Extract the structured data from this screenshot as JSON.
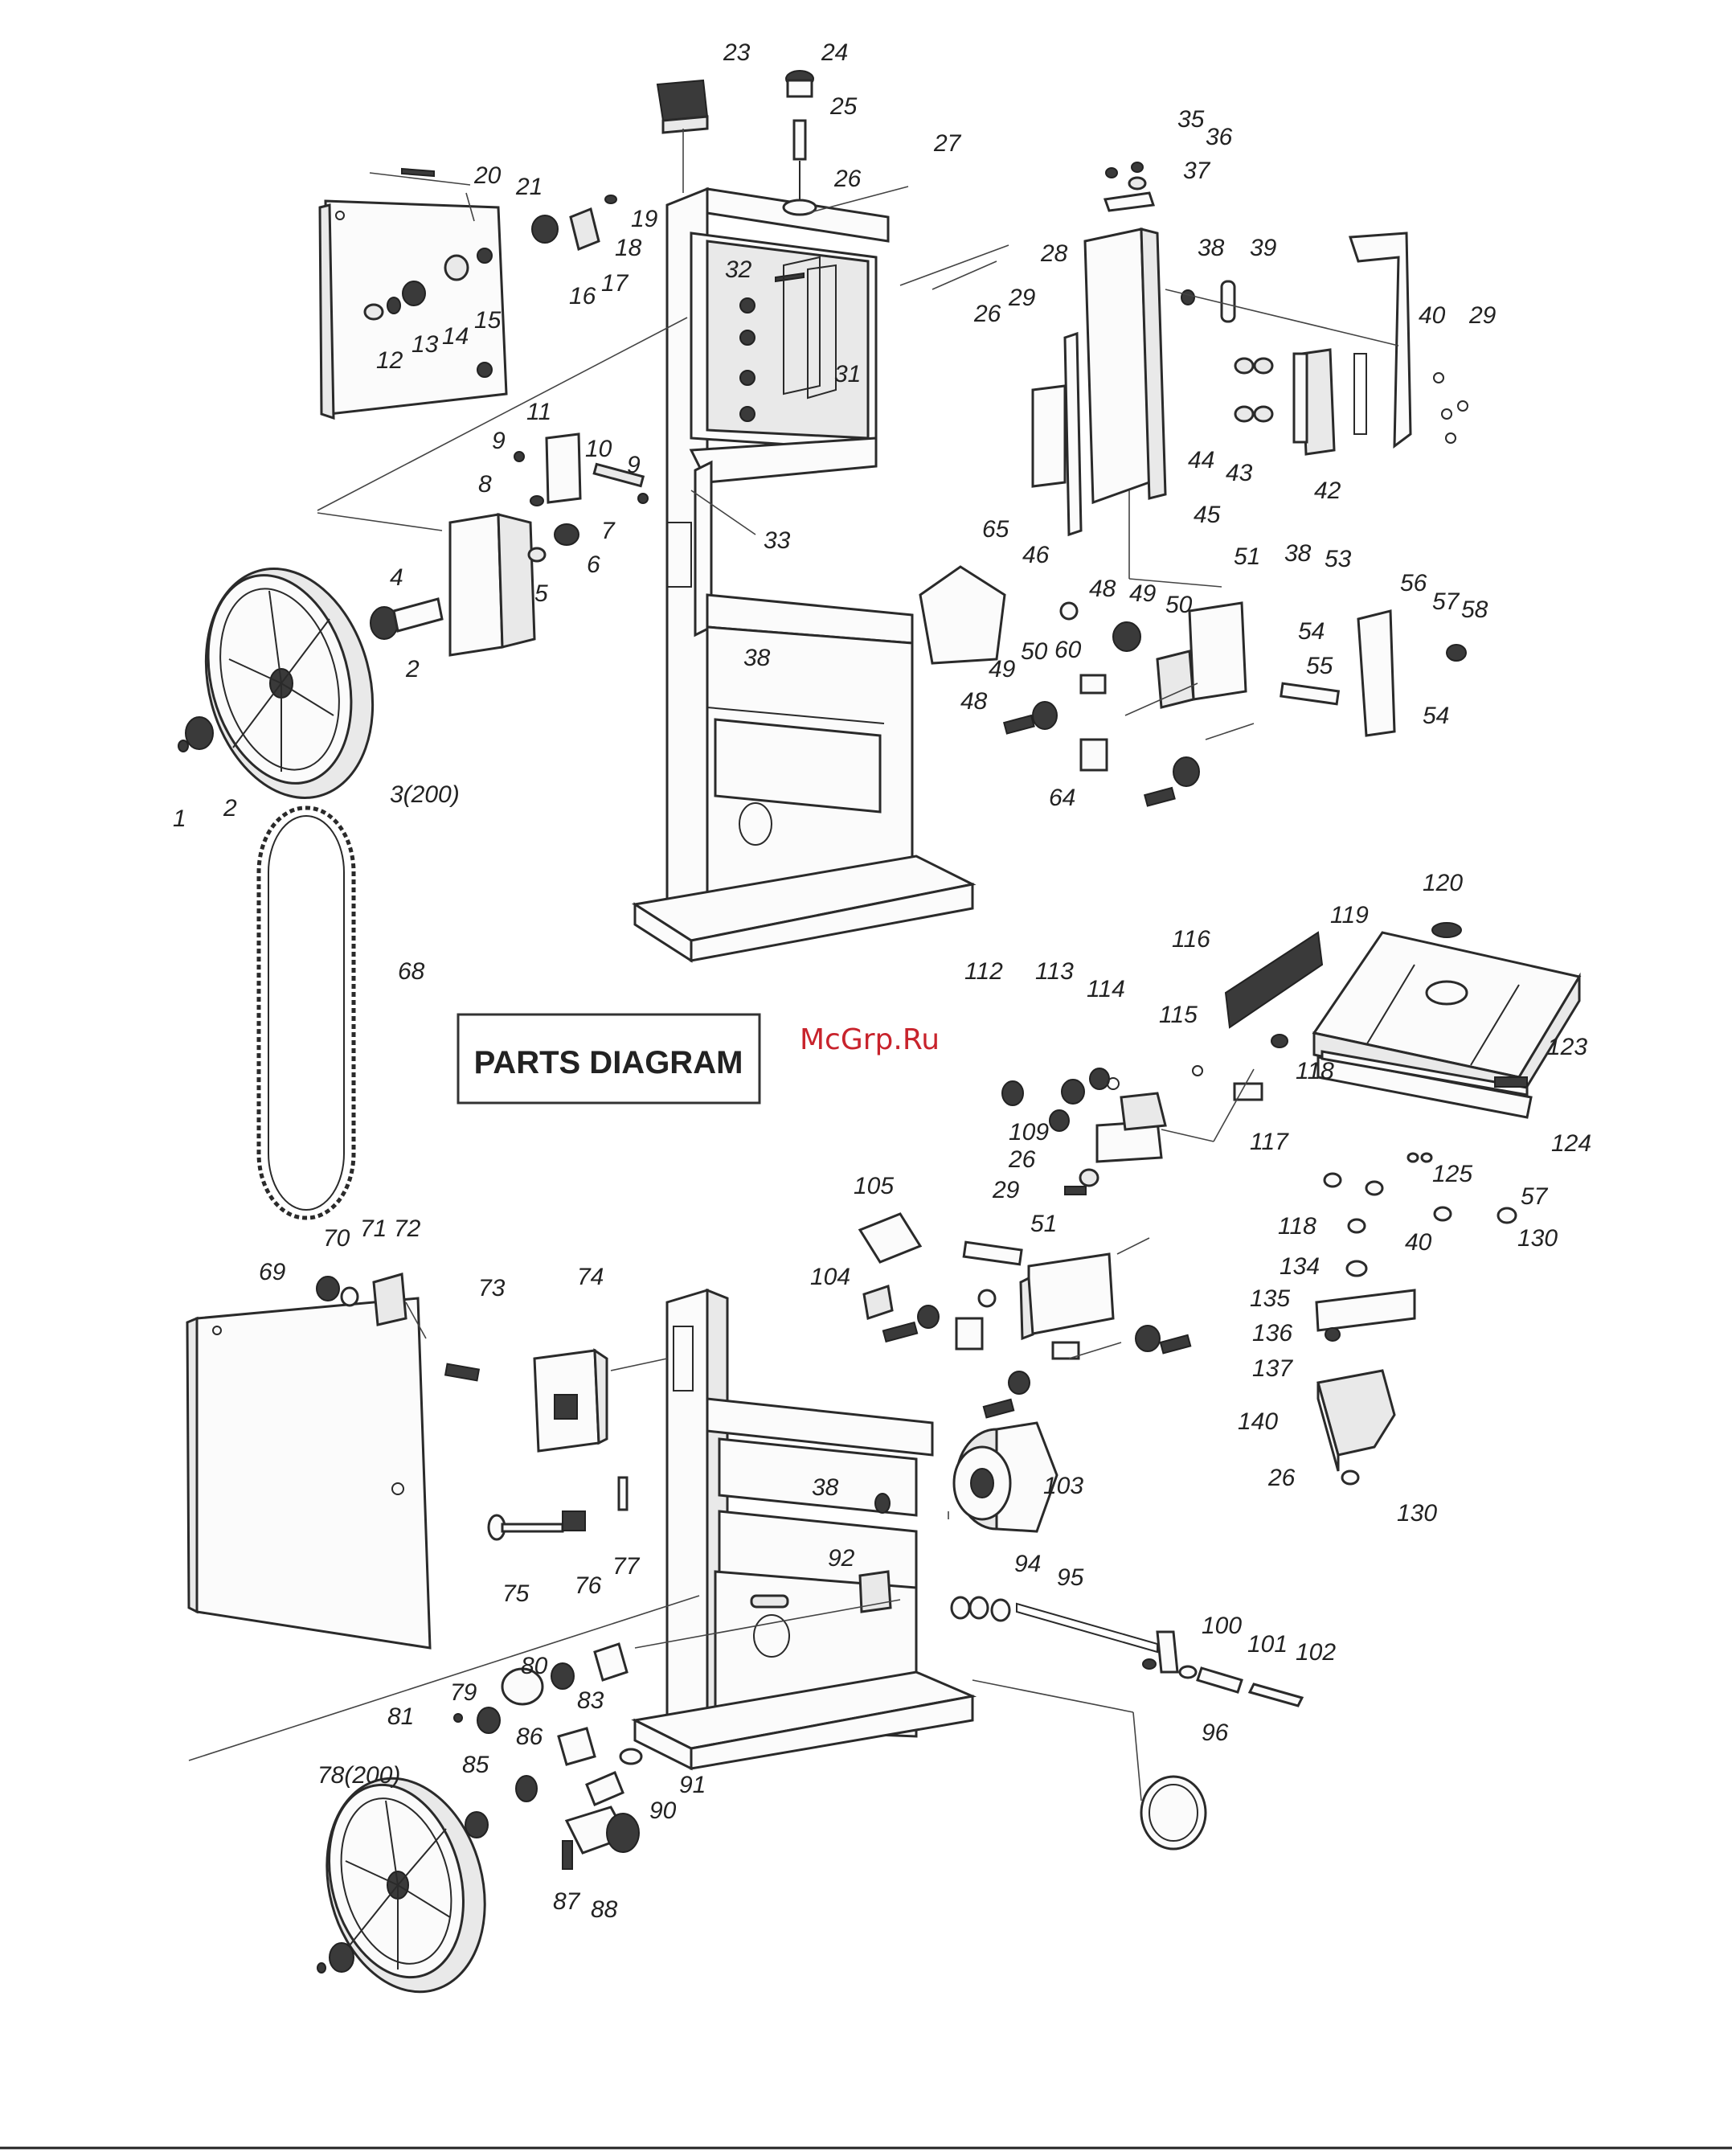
{
  "title": "PARTS DIAGRAM",
  "watermark": "McGrp.Ru",
  "callouts": [
    {
      "id": "c23",
      "text": "23"
    },
    {
      "id": "c24",
      "text": "24"
    },
    {
      "id": "c25",
      "text": "25"
    },
    {
      "id": "c20",
      "text": "20"
    },
    {
      "id": "c21",
      "text": "21"
    },
    {
      "id": "c27",
      "text": "27"
    },
    {
      "id": "c26a",
      "text": "26"
    },
    {
      "id": "c19",
      "text": "19"
    },
    {
      "id": "c18",
      "text": "18"
    },
    {
      "id": "c17",
      "text": "17"
    },
    {
      "id": "c16",
      "text": "16"
    },
    {
      "id": "c15",
      "text": "15"
    },
    {
      "id": "c14",
      "text": "14"
    },
    {
      "id": "c13",
      "text": "13"
    },
    {
      "id": "c12",
      "text": "12"
    },
    {
      "id": "c28",
      "text": "28"
    },
    {
      "id": "c29a",
      "text": "29"
    },
    {
      "id": "c26b",
      "text": "26"
    },
    {
      "id": "c32",
      "text": "32"
    },
    {
      "id": "c31",
      "text": "31"
    },
    {
      "id": "c35",
      "text": "35"
    },
    {
      "id": "c36",
      "text": "36"
    },
    {
      "id": "c37",
      "text": "37"
    },
    {
      "id": "c38a",
      "text": "38"
    },
    {
      "id": "c39",
      "text": "39"
    },
    {
      "id": "c40a",
      "text": "40"
    },
    {
      "id": "c29b",
      "text": "29"
    },
    {
      "id": "c44",
      "text": "44"
    },
    {
      "id": "c43",
      "text": "43"
    },
    {
      "id": "c42",
      "text": "42"
    },
    {
      "id": "c45",
      "text": "45"
    },
    {
      "id": "c46",
      "text": "46"
    },
    {
      "id": "c11",
      "text": "11"
    },
    {
      "id": "c9a",
      "text": "9"
    },
    {
      "id": "c10",
      "text": "10"
    },
    {
      "id": "c9b",
      "text": "9"
    },
    {
      "id": "c8",
      "text": "8"
    },
    {
      "id": "c7",
      "text": "7"
    },
    {
      "id": "c6",
      "text": "6"
    },
    {
      "id": "c5",
      "text": "5"
    },
    {
      "id": "c4",
      "text": "4"
    },
    {
      "id": "c2a",
      "text": "2"
    },
    {
      "id": "c33",
      "text": "33"
    },
    {
      "id": "c65",
      "text": "65"
    },
    {
      "id": "c51a",
      "text": "51"
    },
    {
      "id": "c38b",
      "text": "38"
    },
    {
      "id": "c53",
      "text": "53"
    },
    {
      "id": "c56",
      "text": "56"
    },
    {
      "id": "c57a",
      "text": "57"
    },
    {
      "id": "c58",
      "text": "58"
    },
    {
      "id": "c48a",
      "text": "48"
    },
    {
      "id": "c49a",
      "text": "49"
    },
    {
      "id": "c50a",
      "text": "50"
    },
    {
      "id": "c54a",
      "text": "54"
    },
    {
      "id": "c50b",
      "text": "50"
    },
    {
      "id": "c60",
      "text": "60"
    },
    {
      "id": "c49b",
      "text": "49"
    },
    {
      "id": "c55",
      "text": "55"
    },
    {
      "id": "c54b",
      "text": "54"
    },
    {
      "id": "c48b",
      "text": "48"
    },
    {
      "id": "c64",
      "text": "64"
    },
    {
      "id": "c38c",
      "text": "38"
    },
    {
      "id": "c1",
      "text": "1"
    },
    {
      "id": "c2b",
      "text": "2"
    },
    {
      "id": "c3",
      "text": "3(200)"
    },
    {
      "id": "c68",
      "text": "68"
    },
    {
      "id": "c120",
      "text": "120"
    },
    {
      "id": "c116",
      "text": "116"
    },
    {
      "id": "c119",
      "text": "119"
    },
    {
      "id": "c112",
      "text": "112"
    },
    {
      "id": "c113",
      "text": "113"
    },
    {
      "id": "c114",
      "text": "114"
    },
    {
      "id": "c115",
      "text": "115"
    },
    {
      "id": "c118a",
      "text": "118"
    },
    {
      "id": "c123",
      "text": "123"
    },
    {
      "id": "c109",
      "text": "109"
    },
    {
      "id": "c117",
      "text": "117"
    },
    {
      "id": "c124",
      "text": "124"
    },
    {
      "id": "c26c",
      "text": "26"
    },
    {
      "id": "c29c",
      "text": "29"
    },
    {
      "id": "c125",
      "text": "125"
    },
    {
      "id": "c57b",
      "text": "57"
    },
    {
      "id": "c105",
      "text": "105"
    },
    {
      "id": "c51b",
      "text": "51"
    },
    {
      "id": "c118b",
      "text": "118"
    },
    {
      "id": "c40b",
      "text": "40"
    },
    {
      "id": "c130a",
      "text": "130"
    },
    {
      "id": "c134",
      "text": "134"
    },
    {
      "id": "c104",
      "text": "104"
    },
    {
      "id": "c135",
      "text": "135"
    },
    {
      "id": "c136",
      "text": "136"
    },
    {
      "id": "c137",
      "text": "137"
    },
    {
      "id": "c140",
      "text": "140"
    },
    {
      "id": "c26d",
      "text": "26"
    },
    {
      "id": "c130b",
      "text": "130"
    },
    {
      "id": "c70",
      "text": "70"
    },
    {
      "id": "c71",
      "text": "71"
    },
    {
      "id": "c72",
      "text": "72"
    },
    {
      "id": "c69",
      "text": "69"
    },
    {
      "id": "c73",
      "text": "73"
    },
    {
      "id": "c74",
      "text": "74"
    },
    {
      "id": "c103",
      "text": "103"
    },
    {
      "id": "c38d",
      "text": "38"
    },
    {
      "id": "c92",
      "text": "92"
    },
    {
      "id": "c94",
      "text": "94"
    },
    {
      "id": "c95",
      "text": "95"
    },
    {
      "id": "c75",
      "text": "75"
    },
    {
      "id": "c76",
      "text": "76"
    },
    {
      "id": "c77",
      "text": "77"
    },
    {
      "id": "c100",
      "text": "100"
    },
    {
      "id": "c101",
      "text": "101"
    },
    {
      "id": "c102",
      "text": "102"
    },
    {
      "id": "c80",
      "text": "80"
    },
    {
      "id": "c79",
      "text": "79"
    },
    {
      "id": "c83",
      "text": "83"
    },
    {
      "id": "c81",
      "text": "81"
    },
    {
      "id": "c86",
      "text": "86"
    },
    {
      "id": "c96",
      "text": "96"
    },
    {
      "id": "c85",
      "text": "85"
    },
    {
      "id": "c91",
      "text": "91"
    },
    {
      "id": "c78",
      "text": "78(200)"
    },
    {
      "id": "c90",
      "text": "90"
    },
    {
      "id": "c87",
      "text": "87"
    },
    {
      "id": "c88",
      "text": "88"
    }
  ]
}
